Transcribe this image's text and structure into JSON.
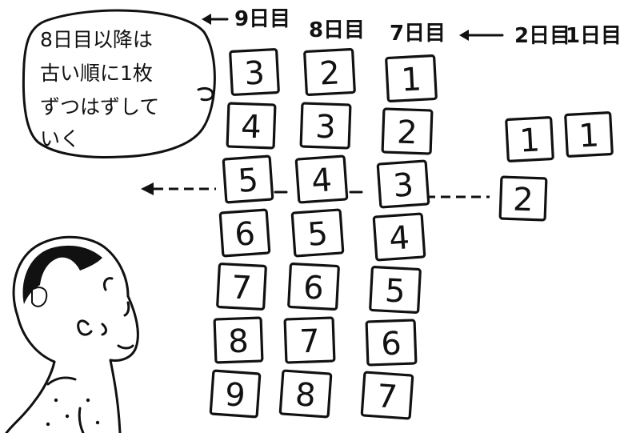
{
  "speech_bubble": {
    "lines": [
      "8日目以降は",
      "古い順に1枚",
      "ずつはずして",
      "いく"
    ]
  },
  "day_headers": {
    "day9": "9日目",
    "day8": "8日目",
    "day7": "7日目",
    "day2": "2日目",
    "day1": "1日目"
  },
  "columns": [
    {
      "key": "day9",
      "cards": [
        "3",
        "4",
        "5",
        "6",
        "7",
        "8",
        "9"
      ]
    },
    {
      "key": "day8",
      "cards": [
        "2",
        "3",
        "4",
        "5",
        "6",
        "7",
        "8"
      ]
    },
    {
      "key": "day7",
      "cards": [
        "1",
        "2",
        "3",
        "4",
        "5",
        "6",
        "7"
      ]
    },
    {
      "key": "day2",
      "cards": [
        "1",
        "2"
      ]
    },
    {
      "key": "day1",
      "cards": [
        "1"
      ]
    }
  ]
}
